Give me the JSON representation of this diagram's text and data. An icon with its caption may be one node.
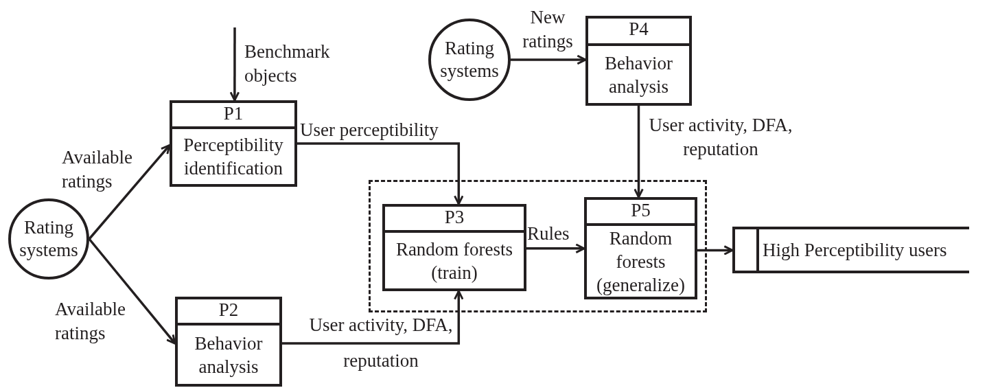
{
  "diagram": {
    "nodes": [
      {
        "text": [
          "Rating systems"
        ]
      },
      {
        "text": [
          "P1",
          "Perceptibility identification"
        ]
      },
      {
        "text": [
          "P2",
          "Behavior analysis"
        ]
      },
      {
        "text": [],
        "shape": "box"
      },
      {
        "text": [
          "P3",
          "Random forests (train)"
        ],
        "in": 3
      },
      {
        "text": [
          "P5",
          "Random forests (generalize)"
        ],
        "in": 3
      },
      {
        "text": [
          "Rating systems"
        ]
      },
      {
        "text": [
          "P4",
          "Behavior analysis"
        ]
      },
      {
        "text": [
          "High Perceptibility users"
        ]
      }
    ],
    "edges": [
      {
        "from": 0,
        "to": 1,
        "arrow": "to",
        "label": "Available ratings"
      },
      {
        "from": 0,
        "to": 2,
        "arrow": "to",
        "label": "Available ratings"
      },
      {
        "from": null,
        "to": 1,
        "arrow": "to",
        "label": "Benchmark objects"
      },
      {
        "from": 1,
        "to": 4,
        "arrow": "to",
        "label": "User perceptibility"
      },
      {
        "from": 2,
        "to": 4,
        "arrow": "to",
        "label": "User activity, DFA, reputation"
      },
      {
        "from": 4,
        "to": 5,
        "arrow": "to",
        "label": "Rules"
      },
      {
        "from": 6,
        "to": 7,
        "arrow": "to",
        "label": "New ratings"
      },
      {
        "from": 7,
        "to": 5,
        "arrow": "to",
        "label": "User activity, DFA, reputation"
      },
      {
        "from": 5,
        "to": 8,
        "arrow": "to"
      }
    ]
  }
}
